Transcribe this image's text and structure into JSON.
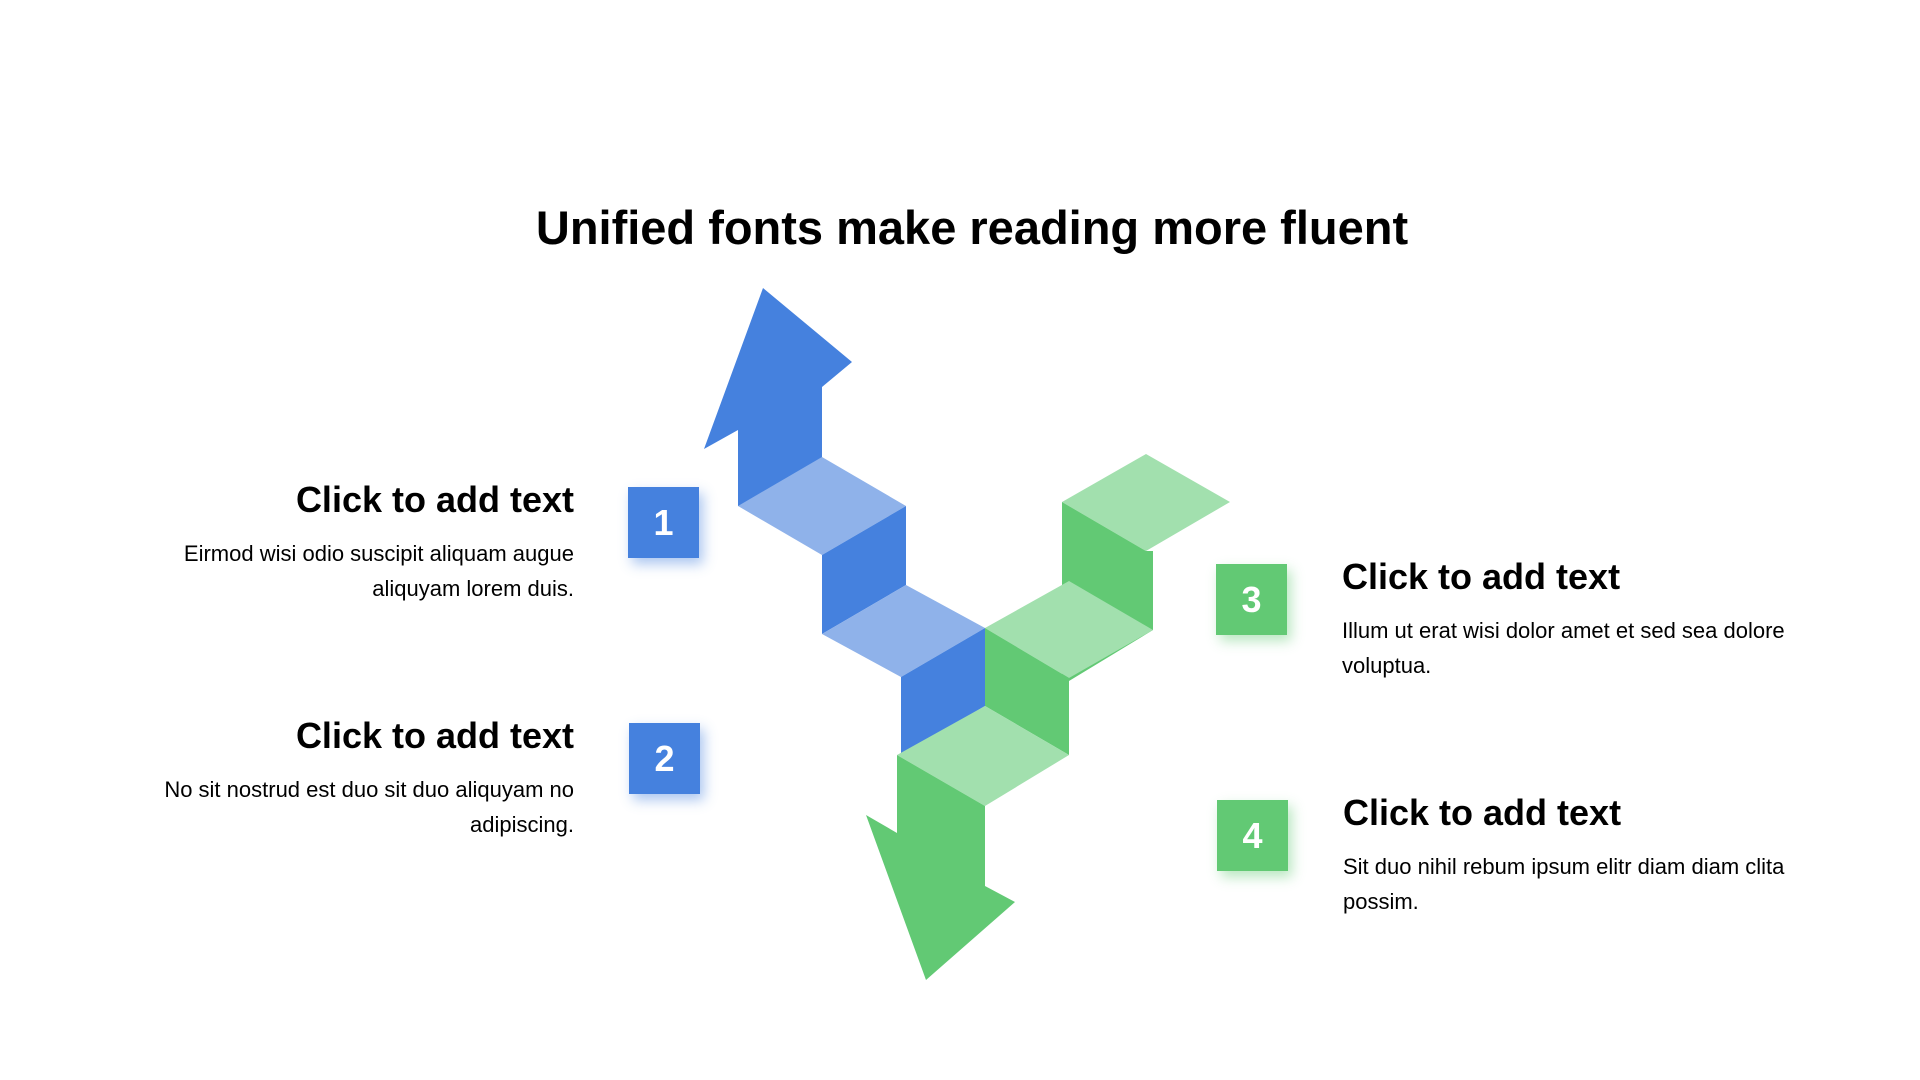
{
  "title": "Unified fonts make reading more fluent",
  "colors": {
    "blue": "#4581de",
    "blue_light": "#8fb2ea",
    "green": "#62c974",
    "green_light": "#a2e0ae"
  },
  "items": [
    {
      "number": "1",
      "heading": "Click to add text",
      "body": "Eirmod wisi odio suscipit aliquam augue aliquyam lorem duis.",
      "color": "blue",
      "side": "left"
    },
    {
      "number": "2",
      "heading": "Click to add text",
      "body": "No sit nostrud est duo sit duo aliquyam no adipiscing.",
      "color": "blue",
      "side": "left"
    },
    {
      "number": "3",
      "heading": "Click to add text",
      "body": "Illum ut erat wisi dolor amet et sed sea dolore voluptua.",
      "color": "green",
      "side": "right"
    },
    {
      "number": "4",
      "heading": "Click to add text",
      "body": "Sit duo nihil rebum ipsum elitr diam diam clita possim.",
      "color": "green",
      "side": "right"
    }
  ]
}
